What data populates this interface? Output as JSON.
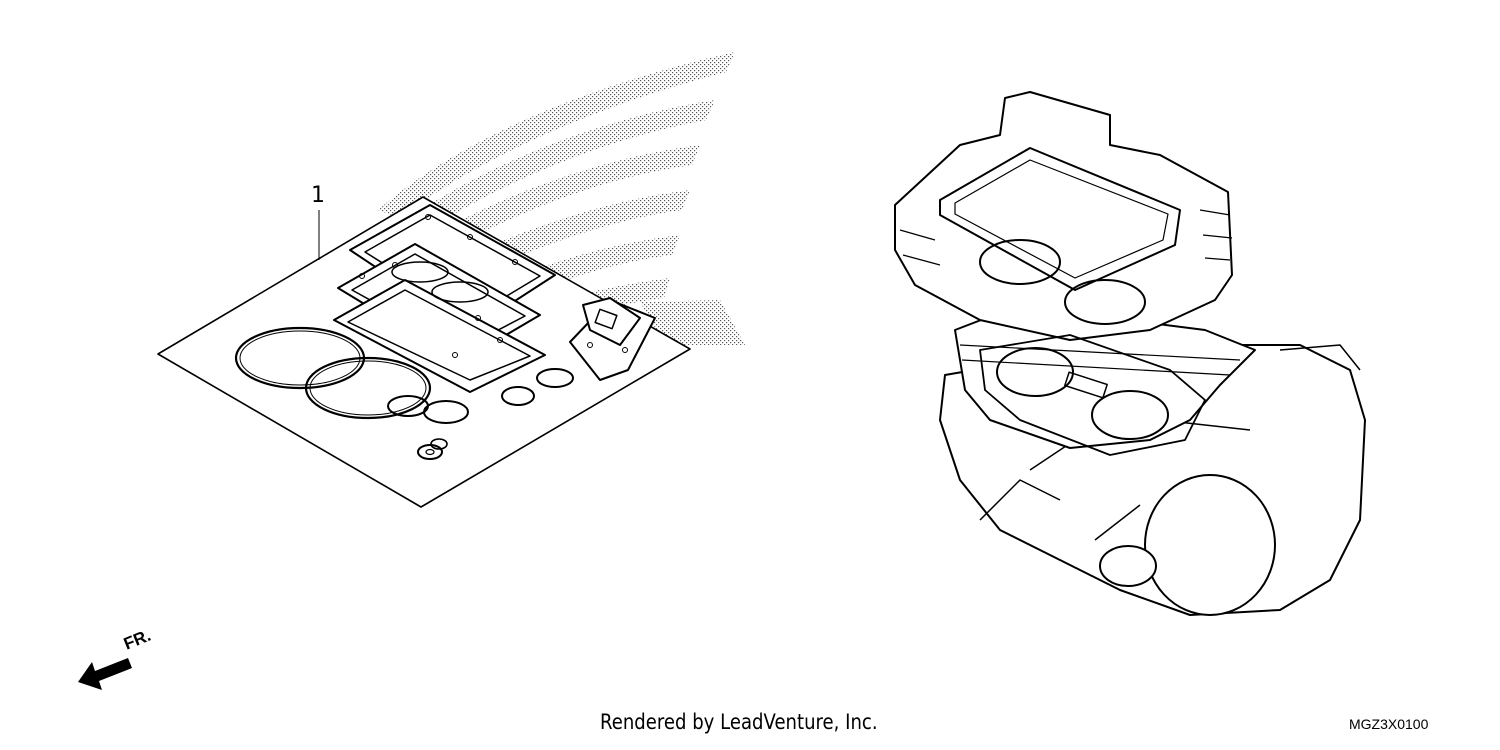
{
  "callout_label": "1",
  "direction_label": "FR.",
  "credit": "Rendered by LeadVenture, Inc.",
  "diagram_code": "MGZ3X0100",
  "icons": [
    "gasket-kit-drawing",
    "engine-drawing",
    "front-direction-arrow-icon"
  ]
}
